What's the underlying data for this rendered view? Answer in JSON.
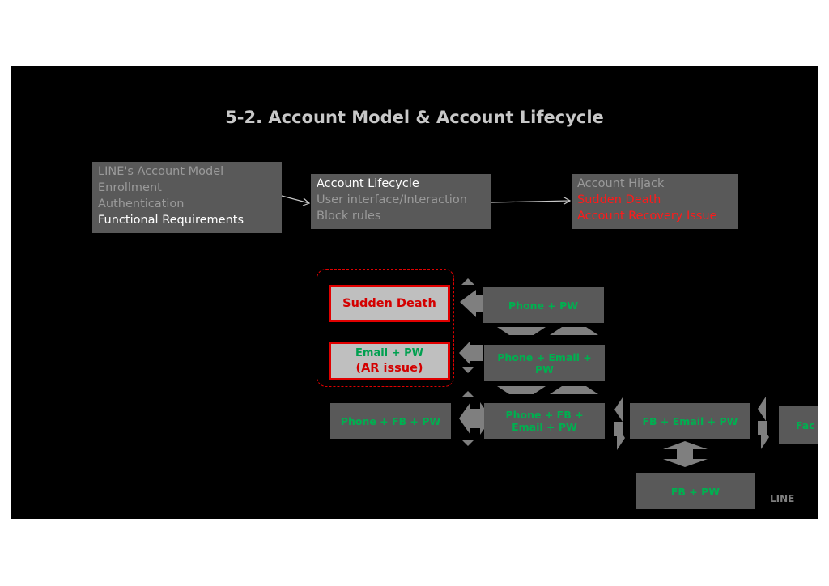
{
  "slide": {
    "title": "5-2. Account Model & Account Lifecycle",
    "logo": "LINE"
  },
  "nav": {
    "box1": [
      "LINE's Account Model",
      "Enrollment",
      "Authentication",
      "Functional Requirements"
    ],
    "box2": [
      "Account Lifecycle",
      "User interface/Interaction",
      "Block rules"
    ],
    "box3": [
      "Account Hijack",
      "Sudden Death",
      "Account Recovery Issue"
    ]
  },
  "states": {
    "sudden_death": "Sudden Death",
    "email_pw": "Email + PW",
    "email_pw_note": "(AR issue)",
    "phone_pw": "Phone + PW",
    "phone_email_pw_1": "Phone + Email +",
    "phone_email_pw_2": "PW",
    "phone_fb_pw": "Phone + FB + PW",
    "phone_fb_email_pw_1": "Phone + FB +",
    "phone_fb_email_pw_2": "Email + PW",
    "fb_email_pw": "FB + Email + PW",
    "facebook_partial": "Fac",
    "fb_pw": "FB + PW"
  },
  "colors": {
    "background": "#000000",
    "box": "#595959",
    "state_text": "#00b050",
    "highlight_red": "#e00000",
    "arrow": "#7f7f7f"
  }
}
